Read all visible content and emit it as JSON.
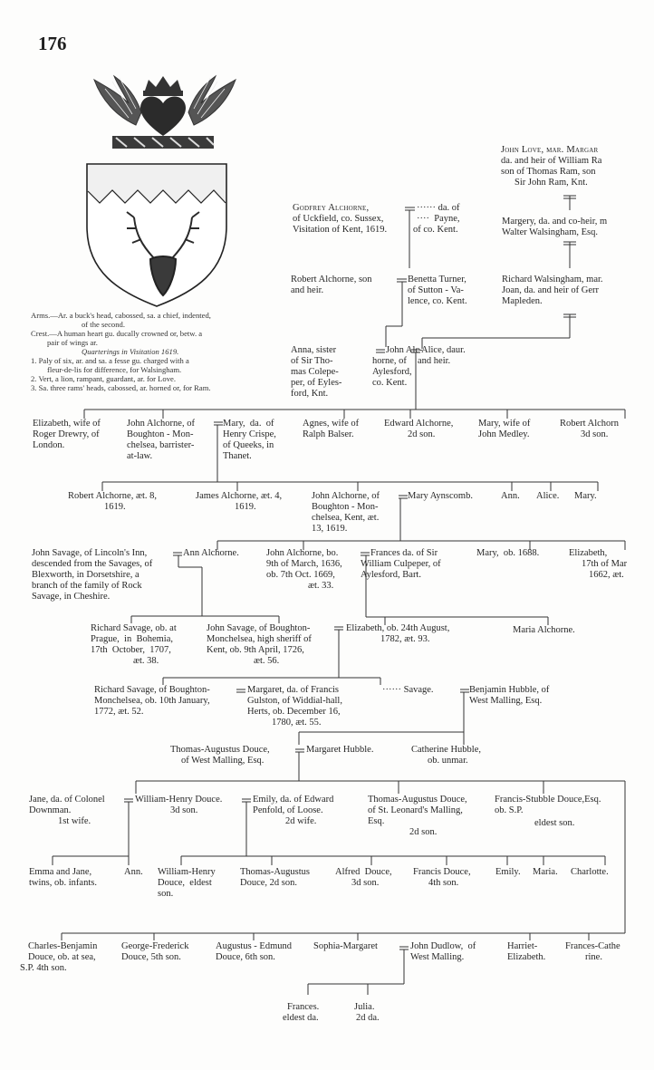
{
  "page_number": "176",
  "arms": {
    "line1": "Arms.—Ar. a buck's head, cabossed, sa. a chief, indented,",
    "line2": "of the second.",
    "line3": "Crest.—A human heart gu. ducally crowned or, betw. a",
    "line4": "pair of wings ar.",
    "line5": "Quarterings in Visitation 1619.",
    "line6": "1. Paly of six, ar. and sa. a fesse gu. charged with a",
    "line7": "fleur-de-lis for difference, for Walsingham.",
    "line8": "2. Vert, a lion, rampant, guardant, ar. for Love.",
    "line9": "3. Sa. three rams' heads, cabossed, ar. horned or, for Ram."
  },
  "gen0": {
    "love": [
      "John Love, mar. Margar",
      "da. and heir of William Ra",
      "son of Thomas Ram, son",
      "Sir John Ram, Knt."
    ],
    "margery": [
      "Margery, da. and co-heir, m",
      "Walter Walsingham, Esq."
    ],
    "richard_w": [
      "Richard Walsingham, mar.",
      "Joan, da. and heir of Gerr",
      "Mapleden."
    ],
    "godfrey": [
      "Godfrey Alchorne,",
      "of Uckfield, co. Sussex,",
      "Visitation of Kent, 1619."
    ],
    "payne": [
      "······ da. of",
      "····  Payne,",
      "of co. Kent."
    ]
  },
  "gen1": {
    "robert": [
      "Robert Alchorne, son",
      "and heir."
    ],
    "benetta": [
      "Benetta Turner,",
      "of Sutton - Va-",
      "lence, co. Kent."
    ],
    "anna": [
      "Anna, sister",
      "of Sir Tho-",
      "mas Colepe-",
      "per, of Eyles-",
      "ford, Knt."
    ],
    "john_alc": [
      "John Alc-",
      "horne, of",
      "Aylesford,",
      "co. Kent."
    ],
    "alice": [
      "Alice, daur.",
      "and heir."
    ]
  },
  "gen2": {
    "elizabeth": [
      "Elizabeth, wife of",
      "Roger Drewry, of",
      "London."
    ],
    "john": [
      "John Alchorne, of",
      "Boughton - Mon-",
      "chelsea, barrister-",
      "at-law."
    ],
    "mary_crispe": [
      "Mary,  da.  of",
      "Henry Crispe,",
      "of Queeks, in",
      "Thanet."
    ],
    "agnes": [
      "Agnes, wife of",
      "Ralph Balser."
    ],
    "edward": [
      "Edward Alchorne,",
      "2d son."
    ],
    "mary_medley": [
      "Mary, wife of",
      "John Medley."
    ],
    "robert3": [
      "Robert Alchorn",
      "3d son."
    ]
  },
  "gen3": {
    "robert": [
      "Robert Alchorne, æt. 8,",
      "1619."
    ],
    "james": [
      "James Alchorne, æt. 4,",
      "1619."
    ],
    "john": [
      "John Alchorne, of",
      "Boughton - Mon-",
      "chelsea, Kent, æt.",
      "13, 1619."
    ],
    "mary_ay": "Mary Aynscomb.",
    "ann": "Ann.",
    "alice": "Alice.",
    "mary": "Mary."
  },
  "gen4": {
    "savage": [
      "John Savage, of Lincoln's Inn,",
      "descended from the Savages, of",
      "Blexworth, in Dorsetshire, a",
      "branch of the family of Rock",
      "Savage, in Cheshire."
    ],
    "ann": "Ann Alchorne.",
    "john": [
      "John Alchorne, bo.",
      "9th of March, 1636,",
      "ob. 7th Oct. 1669,",
      "æt. 33."
    ],
    "frances": [
      "Frances da. of Sir",
      "William Culpeper, of",
      "Aylesford, Bart."
    ],
    "mary": "Mary,  ob. 1688.",
    "elizabeth": [
      "Elizabeth,",
      "17th of Mar",
      "1662, æt."
    ]
  },
  "gen5": {
    "richard": [
      "Richard Savage, ob. at",
      "Prague,  in  Bohemia,",
      "17th  October,  1707,",
      "æt. 38."
    ],
    "john": [
      "John Savage, of Boughton-",
      "Monchelsea, high sheriff of",
      "Kent, ob. 9th April, 1726,",
      "æt. 56."
    ],
    "elizabeth": [
      "Elizabeth, ob. 24th August,",
      "1782, æt. 93."
    ],
    "maria": "Maria Alchorne."
  },
  "gen6": {
    "richard": [
      "Richard Savage, of Boughton-",
      "Monchelsea, ob. 10th January,",
      "1772, æt. 52."
    ],
    "margaret": [
      "Margaret, da. of Francis",
      "Gulston, of Widdial-hall,",
      "Herts, ob. December 16,",
      "1780, æt. 55."
    ],
    "savage": "······ Savage.",
    "hubble": [
      "Benjamin Hubble, of",
      "West Malling, Esq."
    ]
  },
  "gen7": {
    "douce": [
      "Thomas-Augustus Douce,",
      "of West Malling, Esq."
    ],
    "margaret": "Margaret Hubble.",
    "catherine": [
      "Catherine Hubble,",
      "ob. unmar."
    ]
  },
  "gen8": {
    "jane": [
      "Jane, da. of Colonel",
      "Downman.",
      "1st wife."
    ],
    "william": [
      "William-Henry Douce.",
      "3d son."
    ],
    "emily": [
      "Emily, da. of Edward",
      "Penfold, of Loose.",
      "2d wife."
    ],
    "thomas": [
      "Thomas-Augustus Douce,",
      "of St. Leonard's Malling,",
      "Esq.",
      "2d son."
    ],
    "francis": [
      "Francis-Stubble Douce,Esq.",
      "ob. S.P.",
      "eldest son."
    ]
  },
  "gen9": {
    "emma": [
      "Emma and Jane,",
      "twins, ob. infants."
    ],
    "ann": "Ann.",
    "william": [
      "William-Henry",
      "Douce,  eldest",
      "son."
    ],
    "thomas": [
      "Thomas-Augustus",
      "Douce, 2d son."
    ],
    "alfred": [
      "Alfred  Douce,",
      "3d son."
    ],
    "francis": [
      "Francis Douce,",
      "4th son."
    ],
    "emily": "Emily.",
    "maria": "Maria.",
    "charlotte": "Charlotte."
  },
  "gen10": {
    "charles": [
      "Charles-Benjamin",
      "Douce, ob. at sea,",
      "S.P. 4th son."
    ],
    "george": [
      "George-Frederick",
      "Douce, 5th son."
    ],
    "augustus": [
      "Augustus - Edmund",
      "Douce, 6th son."
    ],
    "sophia": "Sophia-Margaret",
    "dudlow": [
      "John Dudlow,  of",
      "West Malling."
    ],
    "harriet": [
      "Harriet-",
      "Elizabeth."
    ],
    "frances": [
      "Frances-Cathe",
      "rine."
    ]
  },
  "gen11": {
    "frances": [
      "Frances.",
      "eldest da."
    ],
    "julia": [
      "Julia.",
      "2d da."
    ]
  }
}
